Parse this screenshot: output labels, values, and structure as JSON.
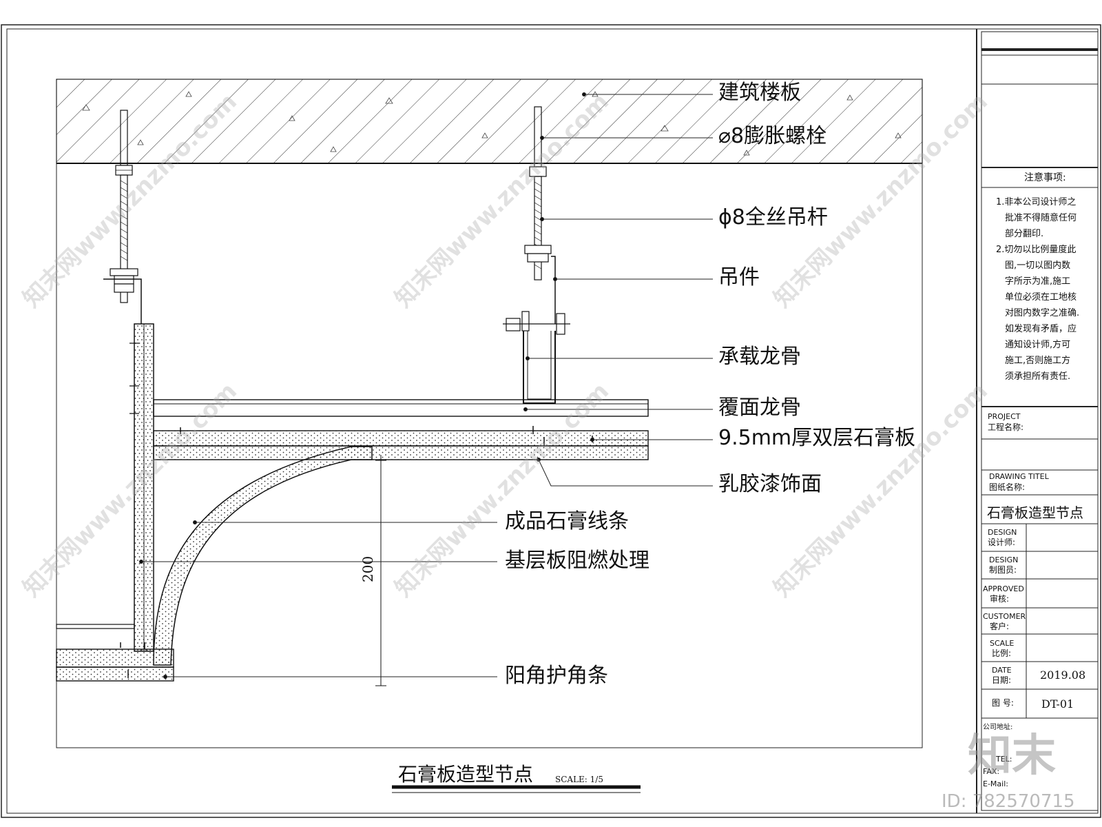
{
  "callouts": {
    "floor_slab": "建筑楼板",
    "expansion_bolt": "⌀8膨胀螺栓",
    "threaded_rod": "ϕ8全丝吊杆",
    "hanger": "吊件",
    "main_keel": "承载龙骨",
    "cover_keel": "覆面龙骨",
    "gypsum_board": "9.5mm厚双层石膏板",
    "latex_paint": "乳胶漆饰面",
    "gypsum_molding": "成品石膏线条",
    "fire_retardant_base": "基层板阻燃处理",
    "corner_guard": "阳角护角条"
  },
  "dimension": {
    "value": "200"
  },
  "drawing": {
    "title": "石膏板造型节点",
    "scale": "SCALE: 1/5"
  },
  "title_block": {
    "notes_heading": "注意事项:",
    "notes_lines": [
      "1.非本公司设计师之",
      "批准不得随意任何",
      "部分翻印.",
      "2.切勿以比例量度此",
      "图,一切以图内数",
      "字所示为准,施工",
      "单位必须在工地核",
      "对图内数字之准确.",
      "如发现有矛盾，应",
      "通知设计师,方可",
      "施工,否则施工方",
      "须承担所有责任."
    ],
    "project_en": "PROJECT",
    "project_cn": "工程名称:",
    "drawing_title_en": "DRAWING TITEL",
    "drawing_title_cn": "图纸名称:",
    "drawing_title_value": "石膏板造型节点",
    "designer_en": "DESIGN",
    "designer_cn": "设计师:",
    "drafter_en": "DESIGN",
    "drafter_cn": "制图员:",
    "approved_en": "APPROVED",
    "approved_cn": "审核:",
    "customer_en": "CUSTOMER",
    "customer_cn": "客户:",
    "scale_en": "SCALE",
    "scale_cn": "比例:",
    "date_en": "DATE",
    "date_cn": "日期:",
    "date_value": "2019.08",
    "drawing_no_label": "图  号:",
    "drawing_no_value": "DT-01",
    "company_address": "公司地址:",
    "tel": "TEL:",
    "fax": "FAX:",
    "email": "E-Mail:"
  },
  "watermark": {
    "text": "知末网www.znzmo.com",
    "logo": "知末",
    "id": "ID: 782570715"
  }
}
